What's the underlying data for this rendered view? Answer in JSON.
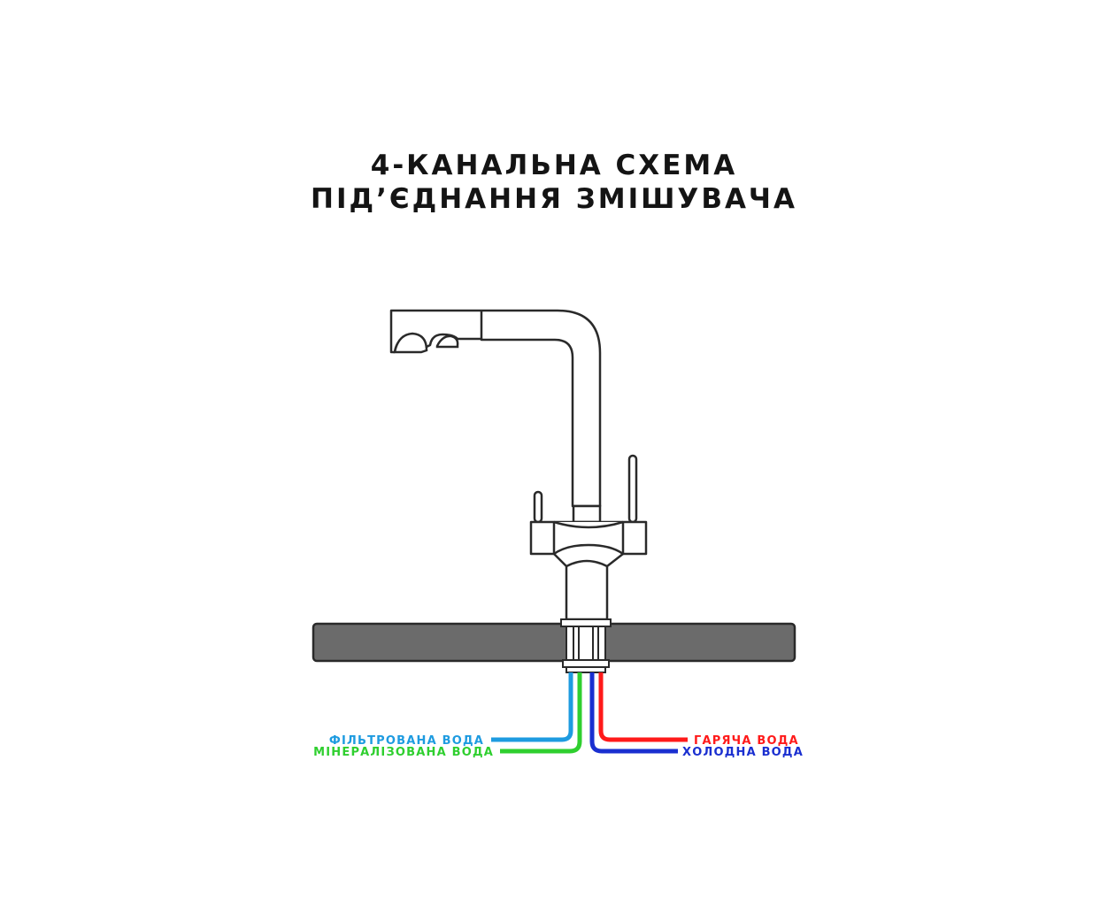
{
  "title": {
    "line1": "4-КАНАЛЬНА СХЕМА",
    "line2": "ПІД’ЄДНАННЯ ЗМІШУВАЧА"
  },
  "labels": {
    "filtered": "ФІЛЬТРОВАНА ВОДА",
    "mineralized": "МІНЕРАЛІЗОВАНА ВОДА",
    "hot": "ГАРЯЧА ВОДА",
    "cold": "ХОЛОДНА ВОДА"
  },
  "colors": {
    "filtered": "#1e9be0",
    "mineralized": "#2fcf2f",
    "hot": "#ff1a1a",
    "cold": "#1a2fd0",
    "countertop": "#6b6b6b",
    "outline": "#2a2a2a"
  }
}
